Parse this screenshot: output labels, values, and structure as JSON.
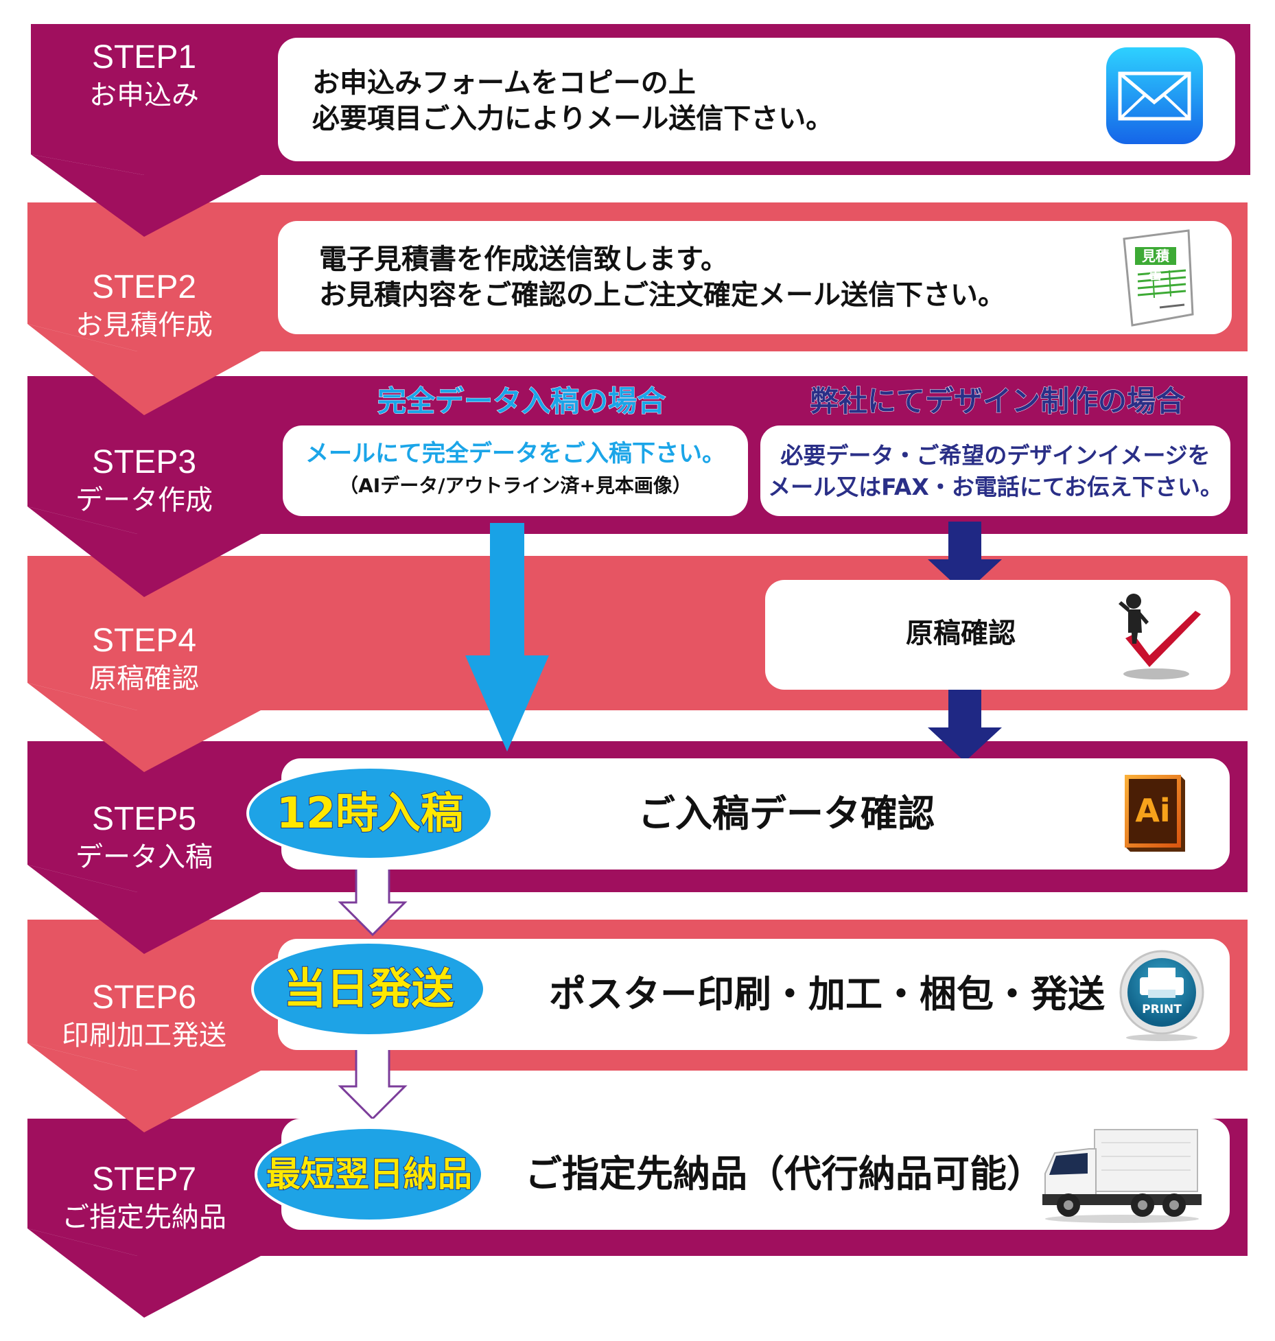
{
  "colors": {
    "dark_band": "#A00F5E",
    "light_band": "#E65563",
    "box_bg": "#FFFFFF",
    "cyan_heading": "#1BA5E8",
    "navy_heading": "#2A2F87",
    "cyan_arrow": "#19A2E6",
    "navy_arrow": "#1F2884",
    "oval_fill": "#1EA3E6",
    "oval_text_yellow": "#FFE800",
    "hollow_arrow_stroke": "#7B3C9A"
  },
  "steps": [
    {
      "num": "STEP1",
      "name": "お申込み"
    },
    {
      "num": "STEP2",
      "name": "お見積作成"
    },
    {
      "num": "STEP3",
      "name": "データ作成"
    },
    {
      "num": "STEP4",
      "name": "原稿確認"
    },
    {
      "num": "STEP5",
      "name": "データ入稿"
    },
    {
      "num": "STEP6",
      "name": "印刷加工発送"
    },
    {
      "num": "STEP7",
      "name": "ご指定先納品"
    }
  ],
  "step1": {
    "line1": "お申込みフォームをコピーの上",
    "line2": "必要項目ご入力によりメール送信下さい。",
    "icon": "mail-icon"
  },
  "step2": {
    "line1": "電子見積書を作成送信致します。",
    "line2": "お見積内容をご確認の上ご注文確定メール送信下さい。",
    "icon": "estimate-document-icon",
    "icon_label": "見積書"
  },
  "step3": {
    "left_heading": "完全データ入稿の場合",
    "left_line1": "メールにて完全データをご入稿下さい。",
    "left_line2": "（AIデータ/アウトライン済+見本画像）",
    "right_heading": "弊社にてデザイン制作の場合",
    "right_line1": "必要データ・ご希望のデザインイメージを",
    "right_line2": "メール又はFAX・お電話にてお伝え下さい。"
  },
  "step4": {
    "text": "原稿確認",
    "icon": "checkmark-figure-icon"
  },
  "step5": {
    "badge": "12時入稿",
    "text": "ご入稿データ確認",
    "icon": "illustrator-icon",
    "icon_label": "Ai"
  },
  "step6": {
    "badge": "当日発送",
    "text": "ポスター印刷・加工・梱包・発送",
    "icon": "printer-icon",
    "icon_label": "PRINT"
  },
  "step7": {
    "badge": "最短翌日納品",
    "text": "ご指定先納品（代行納品可能）",
    "icon": "truck-icon"
  }
}
